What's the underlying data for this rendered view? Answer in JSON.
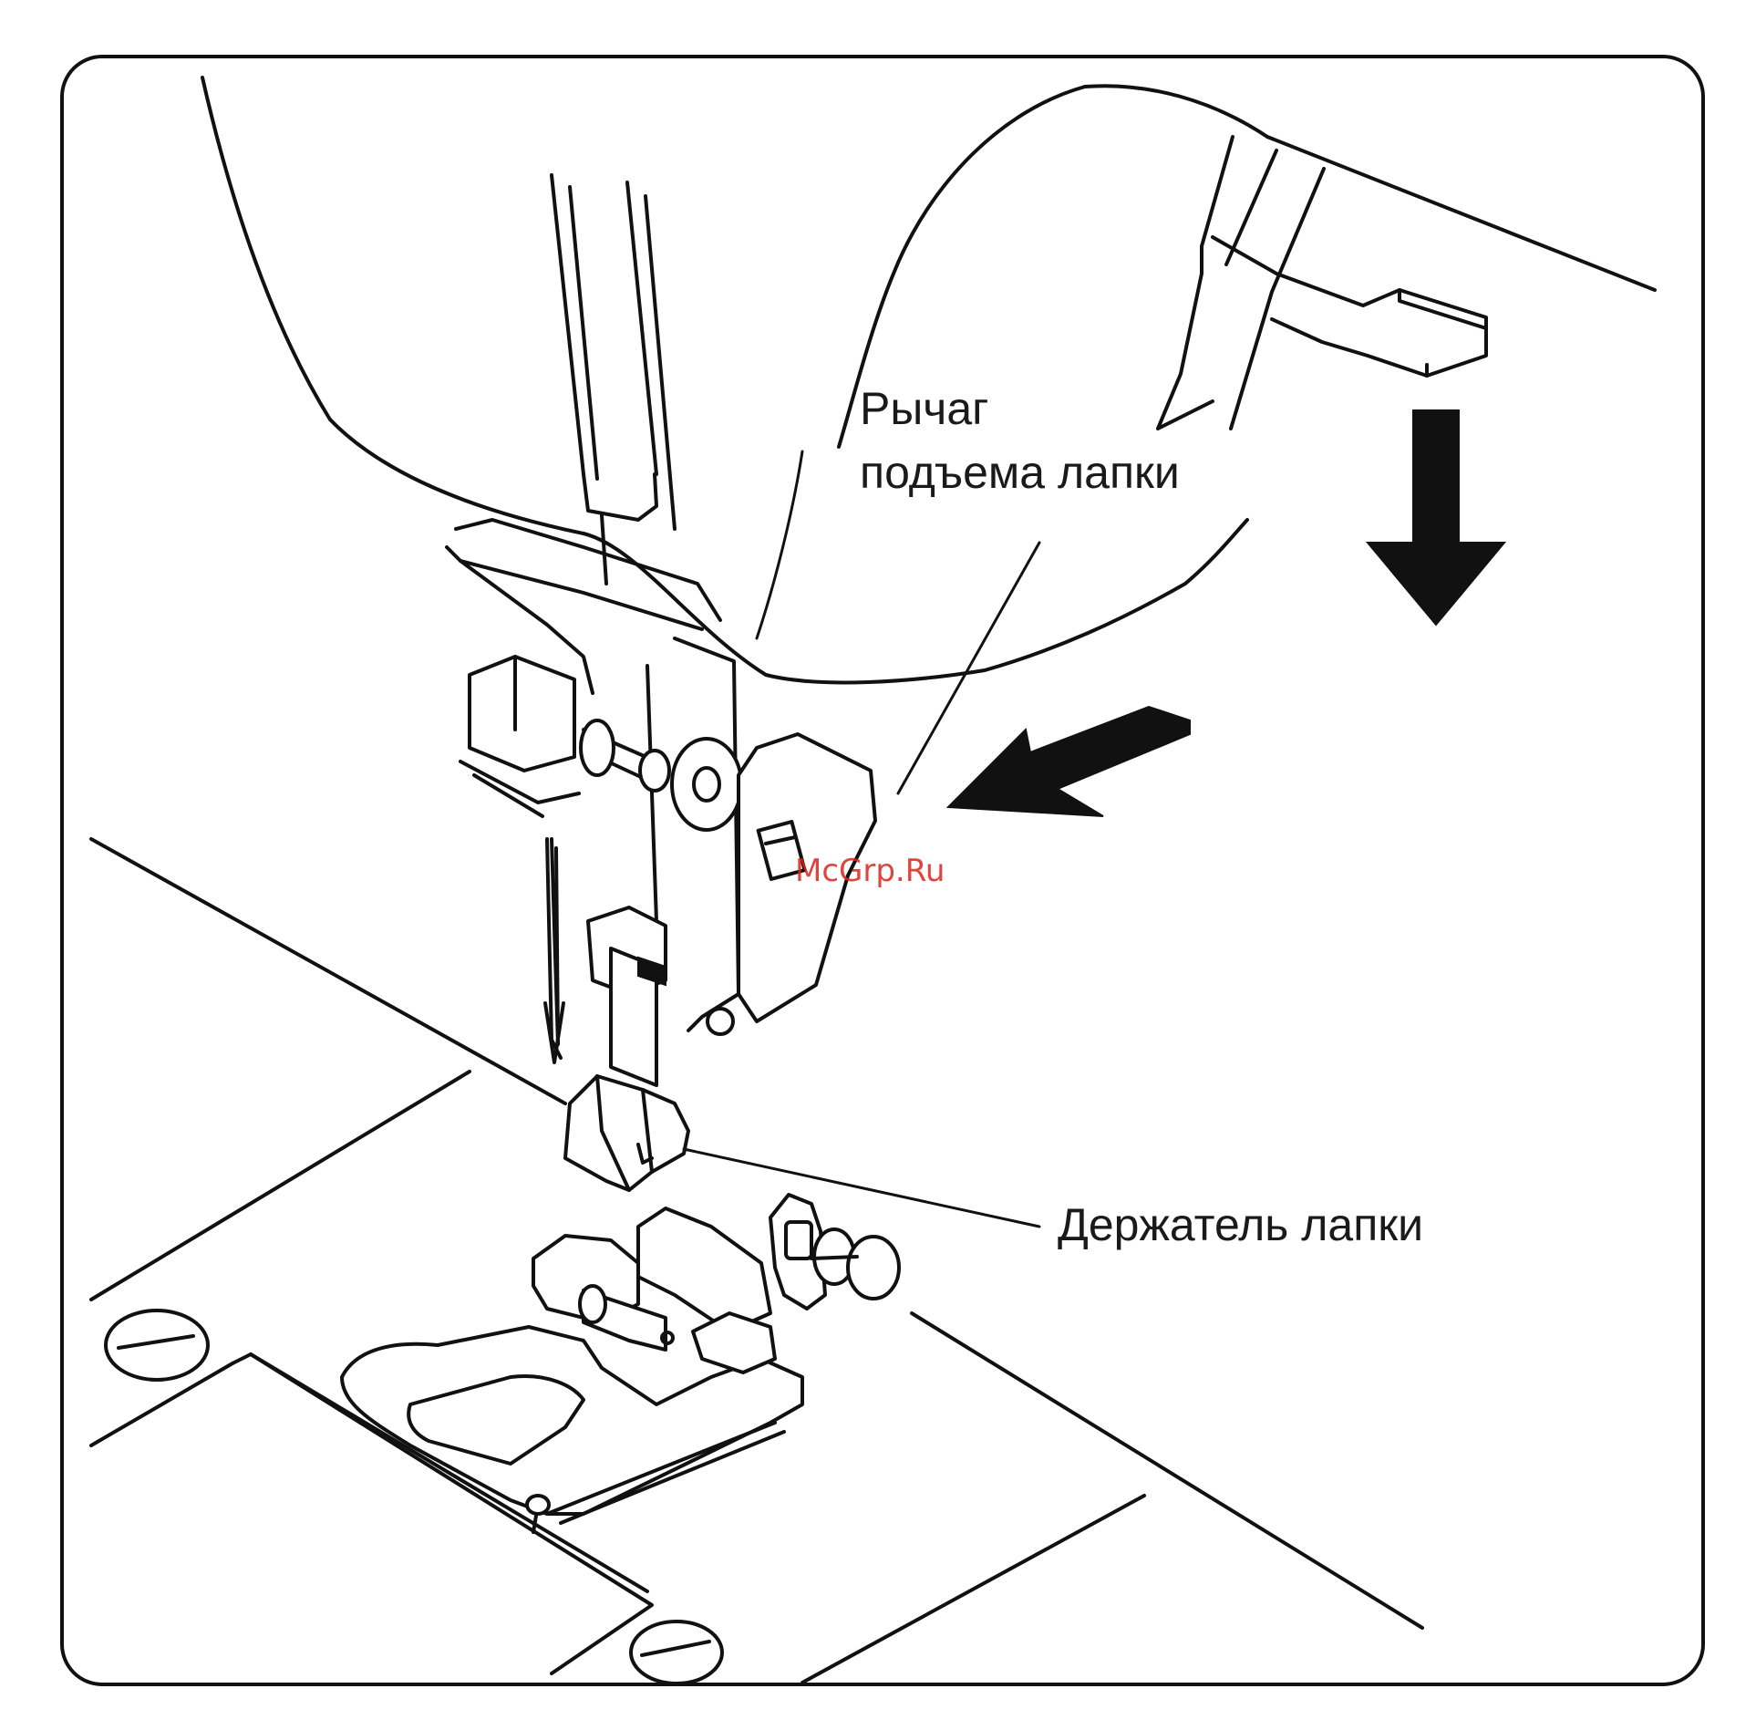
{
  "labels": {
    "lever_line1": "Рычаг",
    "lever_line2": "подъема лапки",
    "holder": "Держатель лапки"
  },
  "watermark": "McGrp.Ru",
  "colors": {
    "ink": "#111111",
    "watermark": "#d9261c",
    "background": "#ffffff"
  }
}
